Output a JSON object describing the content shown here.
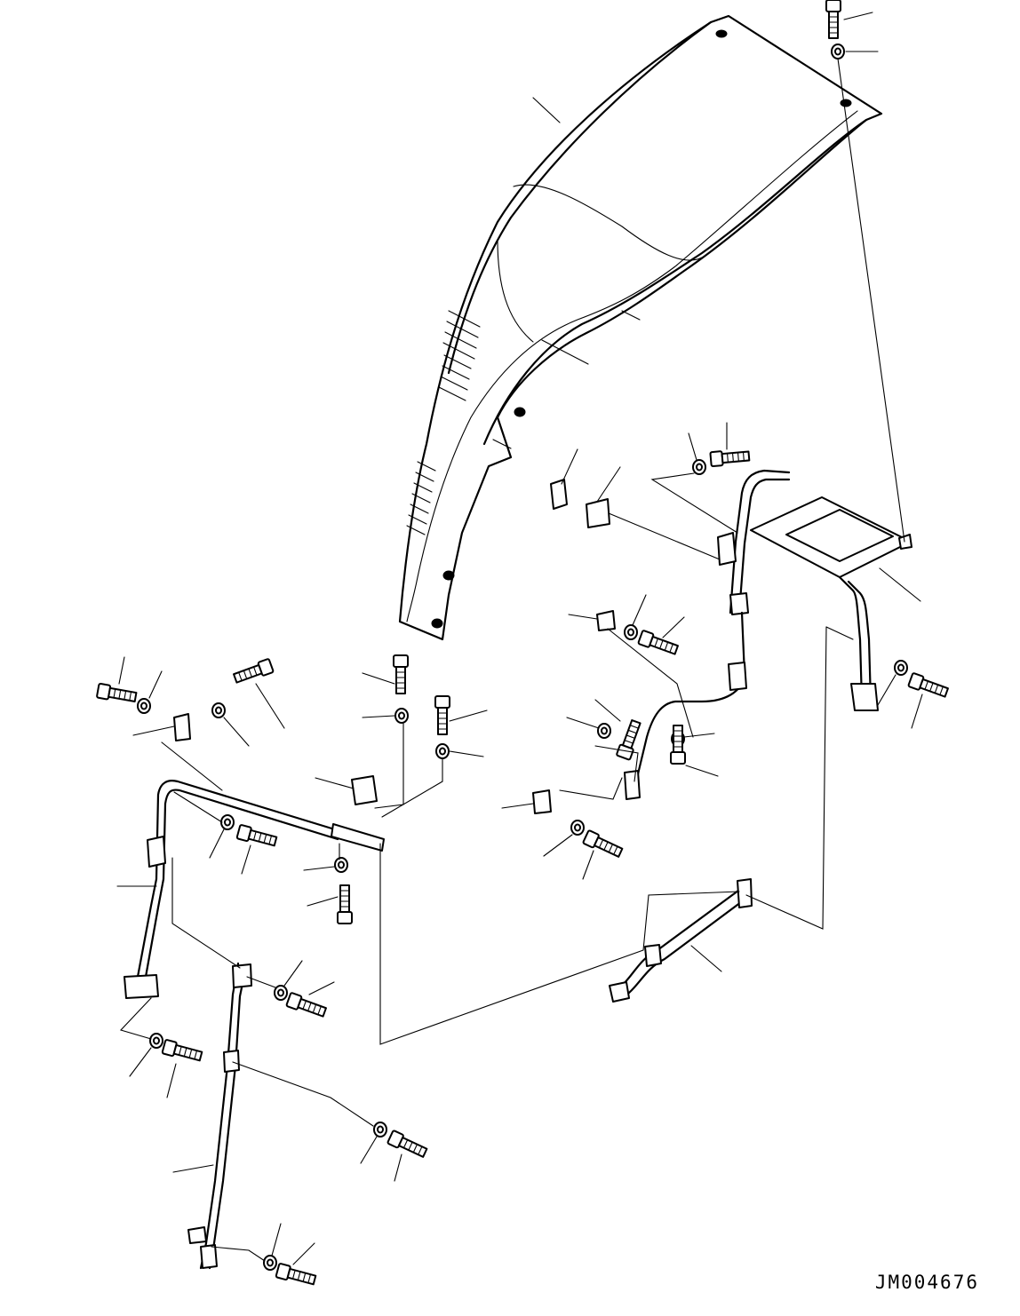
{
  "drawing": {
    "reference_code": "JM004676",
    "parts": [
      "fender",
      "fender-bracket-rear",
      "fender-bracket-lower",
      "fender-stay-left",
      "fender-stay-front",
      "fender-stay-right",
      "block-pad",
      "clamp-bracket",
      "cushion-block",
      "bolt",
      "washer"
    ]
  }
}
